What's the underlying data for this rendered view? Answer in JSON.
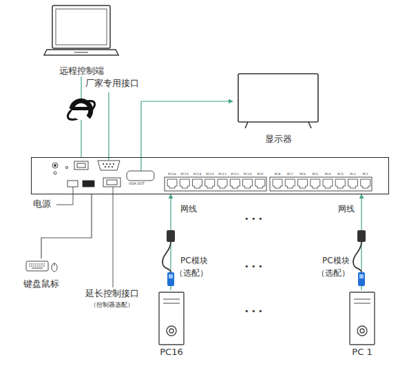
{
  "diagram": {
    "nodes": [
      {
        "text": [
          "远程控制端"
        ]
      },
      {
        "text": [
          "显示器"
        ]
      },
      {
        "text": [
          "VGA OUT"
        ]
      },
      {
        "text": [
          "键盘鼠标"
        ]
      },
      {
        "text": [
          "PC16"
        ]
      },
      {
        "text": [
          "PC 1"
        ]
      }
    ],
    "edges": [
      {
        "from": 0,
        "to": 2,
        "arrow": "none"
      },
      {
        "from": 2,
        "to": 1,
        "arrow": "to"
      },
      {
        "from": 3,
        "to": 2,
        "arrow": "none"
      },
      {
        "from": 4,
        "to": 2,
        "arrow": "to"
      },
      {
        "from": 5,
        "to": 2,
        "arrow": "to"
      }
    ],
    "labels": [
      "厂家专用接口",
      "电源",
      "延长控制接口",
      "（控制器选配）",
      "网线",
      "PC模块",
      "（选配）",
      "• • •",
      "• • •",
      "• • •",
      "网线",
      "PC模块",
      "（选配）",
      "PC16",
      "PC15",
      "PC14",
      "PC13",
      "PC12",
      "PC11",
      "PC10",
      "PC9",
      "PC8",
      "PC7",
      "PC6",
      "PC5",
      "PC4",
      "PC3",
      "PC2",
      "PC1"
    ]
  }
}
